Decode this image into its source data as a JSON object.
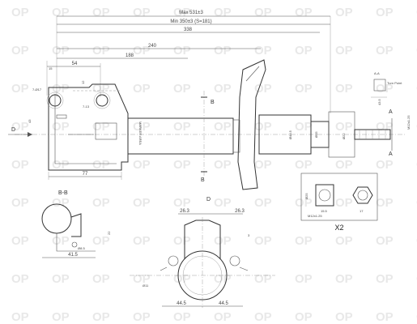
{
  "dimensions": {
    "max_length": "Max 531±3",
    "min_length": "Min 350±3 (S=181)",
    "d338": "338",
    "d240": "240",
    "d188": "188",
    "d54": "54",
    "d15": "15",
    "d77": "77",
    "d43": "43",
    "d7_d17": "7-Ø17",
    "d12": "12",
    "d7_13": "7-13",
    "d48_5": "Ø48.5",
    "d45": "Ø45",
    "d22": "Ø22",
    "m12": "M12x1.25",
    "d43_5": "43.5",
    "d25": "Ø25",
    "d15_5": "15.5",
    "d17": "17",
    "d26_3": "26.3",
    "d22_b": "22",
    "d41_5": "41.5",
    "d8_5": "Ø8.5",
    "d3": "3",
    "d44_5a": "44.5",
    "d44_5b": "44.5",
    "d11": "Ø11"
  },
  "labels": {
    "view_d_left": "D",
    "view_a_top": "A",
    "view_a_bottom": "A",
    "section_a_a": "A-A",
    "section_b_b": "B-B",
    "view_b_top": "B",
    "view_b_bottom": "B",
    "view_d": "D",
    "marker_area": "MARKER AREA",
    "turn_point": "Turn Point",
    "x2": "X2"
  },
  "watermark": "OP"
}
